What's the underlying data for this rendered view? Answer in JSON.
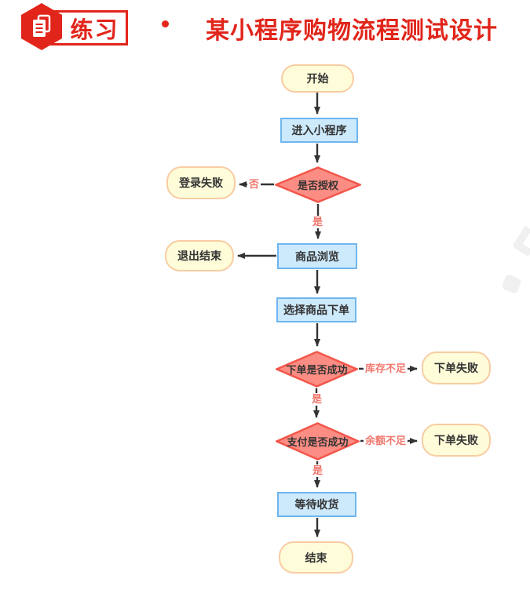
{
  "header": {
    "badge_label": "练习",
    "bullet": "•",
    "title": "某小程序购物流程测试设计"
  },
  "theme": {
    "accent_red": "#E1251B",
    "pill_fill": "#FEFCD9",
    "pill_border": "#F8CCA2",
    "rect_fill": "#CDE9FC",
    "rect_border": "#6FB6EF",
    "diamond_fill": "#FB8D84",
    "diamond_border": "#F4564A",
    "arrow_color": "#333333",
    "edge_label_color": "#F0766C",
    "node_text_color": "#333333"
  },
  "flowchart": {
    "nodes": [
      {
        "id": "start",
        "type": "terminal",
        "label": "开始"
      },
      {
        "id": "enter",
        "type": "process",
        "label": "进入小程序"
      },
      {
        "id": "auth",
        "type": "decision",
        "label": "是否授权"
      },
      {
        "id": "login-fail",
        "type": "terminal",
        "label": "登录失败"
      },
      {
        "id": "browse",
        "type": "process",
        "label": "商品浏览"
      },
      {
        "id": "exit-end",
        "type": "terminal",
        "label": "退出结束"
      },
      {
        "id": "select-order",
        "type": "process",
        "label": "选择商品下单"
      },
      {
        "id": "order-check",
        "type": "decision",
        "label": "下单是否成功"
      },
      {
        "id": "order-fail-1",
        "type": "terminal",
        "label": "下单失败"
      },
      {
        "id": "pay-check",
        "type": "decision",
        "label": "支付是否成功"
      },
      {
        "id": "order-fail-2",
        "type": "terminal",
        "label": "下单失败"
      },
      {
        "id": "wait-receive",
        "type": "process",
        "label": "等待收货"
      },
      {
        "id": "end",
        "type": "terminal",
        "label": "结束"
      }
    ],
    "edge_labels": {
      "no": "否",
      "yes1": "是",
      "stock": "库存不足",
      "yes2": "是",
      "balance": "余额不足",
      "yes3": "是"
    }
  }
}
